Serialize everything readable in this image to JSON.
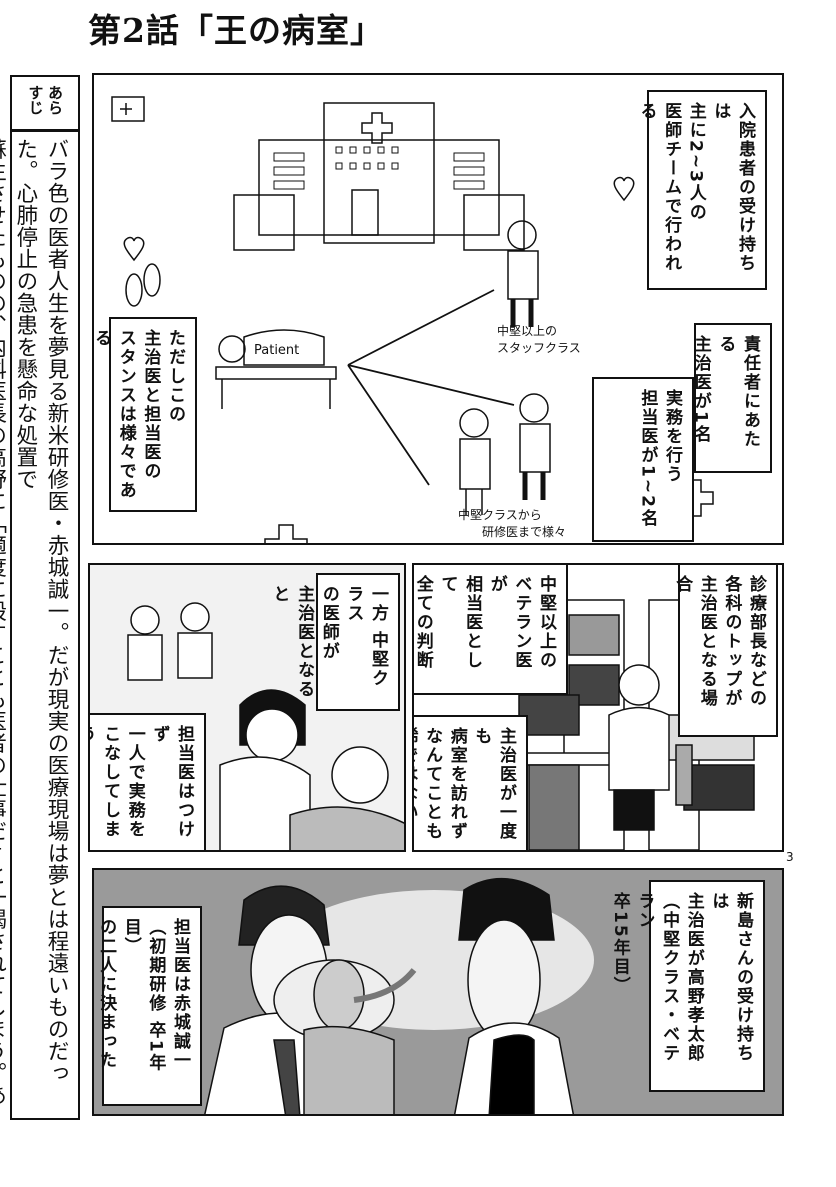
{
  "title": "第2話「王の病室」",
  "synopsis": {
    "header": "あら\nすじ",
    "body": "バラ色の医者人生を夢見る新米研修医・赤城誠一。だが現実の医療現場は夢とは程遠いものだった。心肺停止の急患を懸命な処置で\n蘇生させたものの、内科医長の高野に「適度に殺すことも医者の仕事だ」と一喝されてしまう。あまりに残酷な言葉の理由とは・・・？"
  },
  "panel1": {
    "box_team": "入院患者の受け持ちは\n主に2~3人の\n医師チームで行われる",
    "box_stance": "ただしこの\n主治医と担当医の\nスタンスは様々である",
    "box_attending": "責任者にあたる\n主治医が1名",
    "box_resident": "実務を行う\n担当医が1~2名",
    "label_staff": "中堅以上の\nスタッフクラス",
    "label_range": "中堅クラスから\n　　研修医まで様々",
    "patient_label": "Patient"
  },
  "panel2": {
    "box_mid": "一方 中堅クラス\nの医師が\n主治医となると",
    "box_alone": "担当医はつけず\n一人で実務を\nこなしてしまう\n場合もある"
  },
  "panel3": {
    "box_head": "診療部長などの\n各科のトップが\n主治医となる場合",
    "box_veteran": "中堅以上の\nベテラン医が\n相当医として\n全ての判断や\n実務を行う\nことが多い",
    "box_never": "主治医が一度も\n病室を訪れず\nなんてことも\n稀ではない"
  },
  "page_number": "3",
  "panel4": {
    "box_attending": "新島さんの受け持ちは\n主治医が高野孝太郎\n（中堅クラス・ベテラン\n卒15年目）",
    "box_resident": "担当医は赤城誠一\n（初期研修 卒1年目）\nの二人に決まった"
  }
}
